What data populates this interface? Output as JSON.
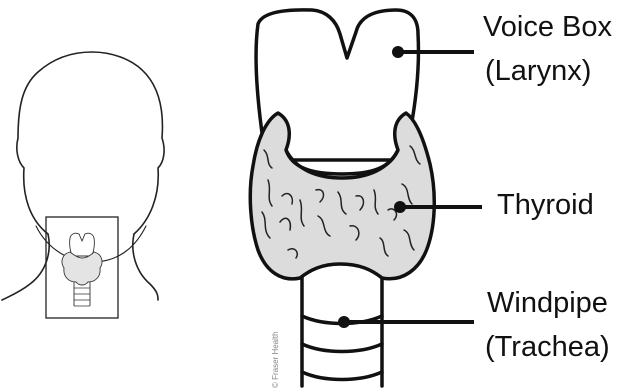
{
  "labels": {
    "voice_box": "Voice Box",
    "larynx": "(Larynx)",
    "thyroid": "Thyroid",
    "windpipe": "Windpipe",
    "trachea": "(Trachea)"
  },
  "credit": "© Fraser Health",
  "colors": {
    "outline": "#111111",
    "thyroid_fill": "#dcdcdc",
    "inset_fill": "#e4e4e4",
    "credit": "#888888"
  }
}
